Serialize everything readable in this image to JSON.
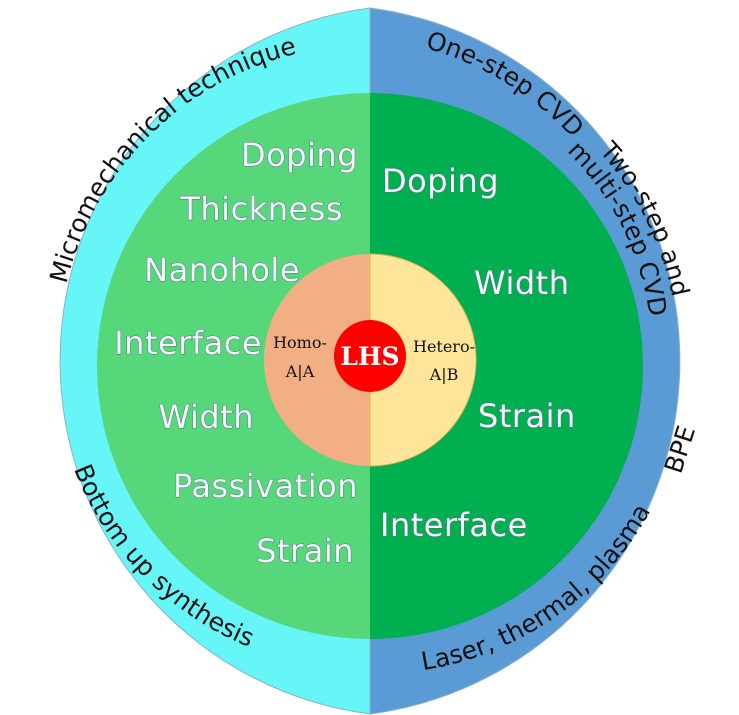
{
  "colors": {
    "outer_left": "#66f6f8",
    "outer_right": "#5b9bd5",
    "middle_left": "#56d77a",
    "middle_right": "#00af50",
    "inner_left": "#f3af84",
    "inner_right": "#ffe59a",
    "center": "#ff0000"
  },
  "outer_ring": {
    "left_top": "Micromechanical technique",
    "left_bottom": "Bottom up synthesis",
    "right_top": "One-step CVD",
    "right_mid_line1": "Two-step and",
    "right_mid_line2": "multi-step CVD",
    "right_bpe": "BPE",
    "right_bottom": "Laser, thermal, plasma"
  },
  "homo_properties": [
    "Doping",
    "Thickness",
    "Nanohole",
    "Interface",
    "Width",
    "Passivation",
    "Strain"
  ],
  "hetero_properties": [
    "Doping",
    "Width",
    "Strain",
    "Interface"
  ],
  "core": {
    "homo_line1": "Homo-",
    "homo_line2": "A|A",
    "hetero_line1": "Hetero-",
    "hetero_line2": "A|B",
    "center_label": "LHS"
  }
}
